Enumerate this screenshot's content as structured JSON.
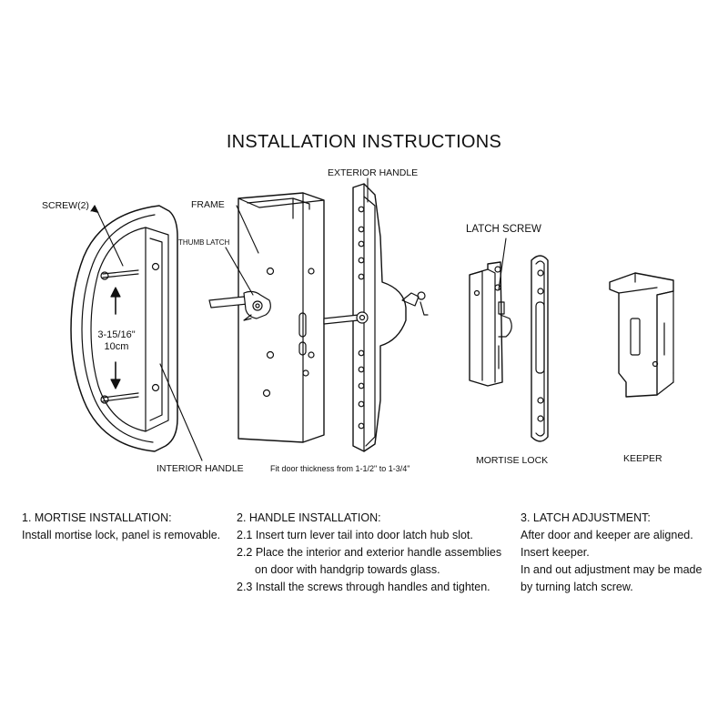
{
  "title": "INSTALLATION INSTRUCTIONS",
  "labels": {
    "screw": "SCREW(2)",
    "frame": "FRAME",
    "thumb_latch": "THUMB LATCH",
    "exterior_handle": "EXTERIOR HANDLE",
    "latch_screw": "LATCH SCREW",
    "dimension": "3-15/16\"",
    "dimension_metric": "10cm",
    "interior_handle": "INTERIOR HANDLE",
    "door_thickness": "Fit door thickness from 1-1/2\" to 1-3/4\"",
    "mortise_lock": "MORTISE LOCK",
    "keeper": "KEEPER"
  },
  "steps": [
    {
      "heading": "1. MORTISE INSTALLATION:",
      "lines": [
        "Install mortise lock, panel is removable."
      ]
    },
    {
      "heading": "2. HANDLE INSTALLATION:",
      "lines": [
        "2.1 Insert turn lever tail into door latch hub slot.",
        "2.2 Place the interior and exterior handle assemblies",
        "on door with handgrip towards glass.",
        "2.3 Install the screws through handles and tighten."
      ]
    },
    {
      "heading": "3. LATCH ADJUSTMENT:",
      "lines": [
        "After door and keeper are aligned.",
        "Insert keeper.",
        "In and out adjustment may be made",
        "by turning latch screw."
      ]
    }
  ]
}
